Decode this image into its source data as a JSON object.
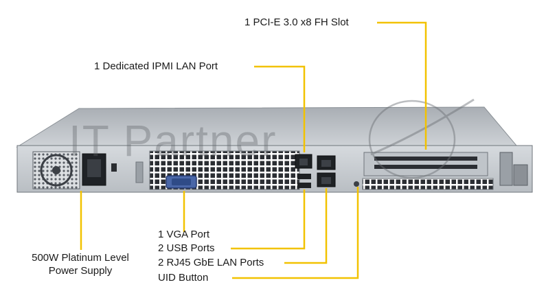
{
  "labels": {
    "pcie_slot": "1 PCI-E 3.0 x8 FH Slot",
    "ipmi_port": "1 Dedicated IPMI LAN Port",
    "vga_port": "1 VGA Port",
    "usb_ports": "2  USB Ports",
    "lan_ports": "2 RJ45 GbE LAN Ports",
    "uid_button": "UID Button",
    "psu_line1": "500W Platinum Level",
    "psu_line2": "Power Supply"
  },
  "watermark": {
    "text": "IT Partner"
  },
  "colors": {
    "callout_line": "#f2c200",
    "chassis": "#c9cdd2",
    "chassis_dark": "#7d838a",
    "text": "#1a1a1a"
  }
}
